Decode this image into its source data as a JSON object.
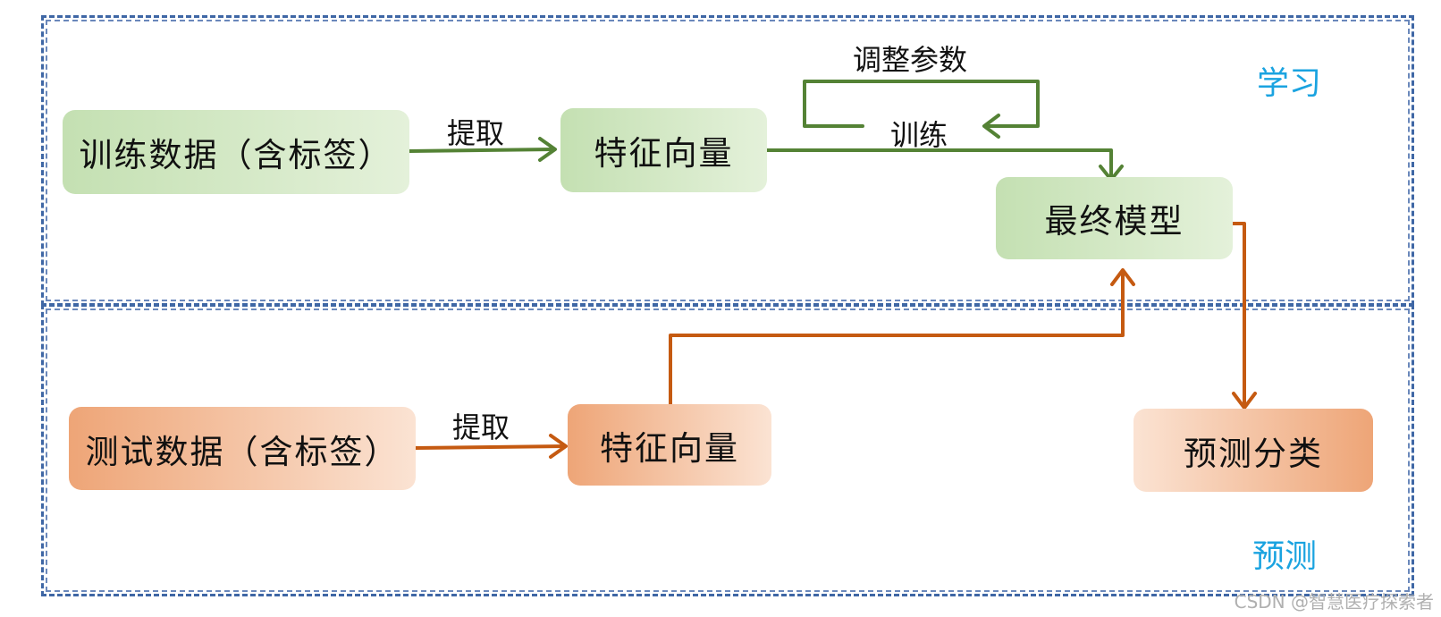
{
  "sections": {
    "learn": "学习",
    "predict": "预测"
  },
  "nodes": {
    "train_data": "训练数据（含标签）",
    "feature_train": "特征向量",
    "final_model": "最终模型",
    "test_data": "测试数据（含标签）",
    "feature_test": "特征向量",
    "predict": "预测分类"
  },
  "edges": {
    "extract_train": "提取",
    "extract_test": "提取",
    "adjust_params": "调整参数",
    "train": "训练"
  },
  "colors": {
    "green_arrow": "#548235",
    "orange_arrow": "#c55a11",
    "section_text": "#1aa3e0",
    "frame": "#3f67a5"
  },
  "watermark": "CSDN @智慧医疗探索者"
}
